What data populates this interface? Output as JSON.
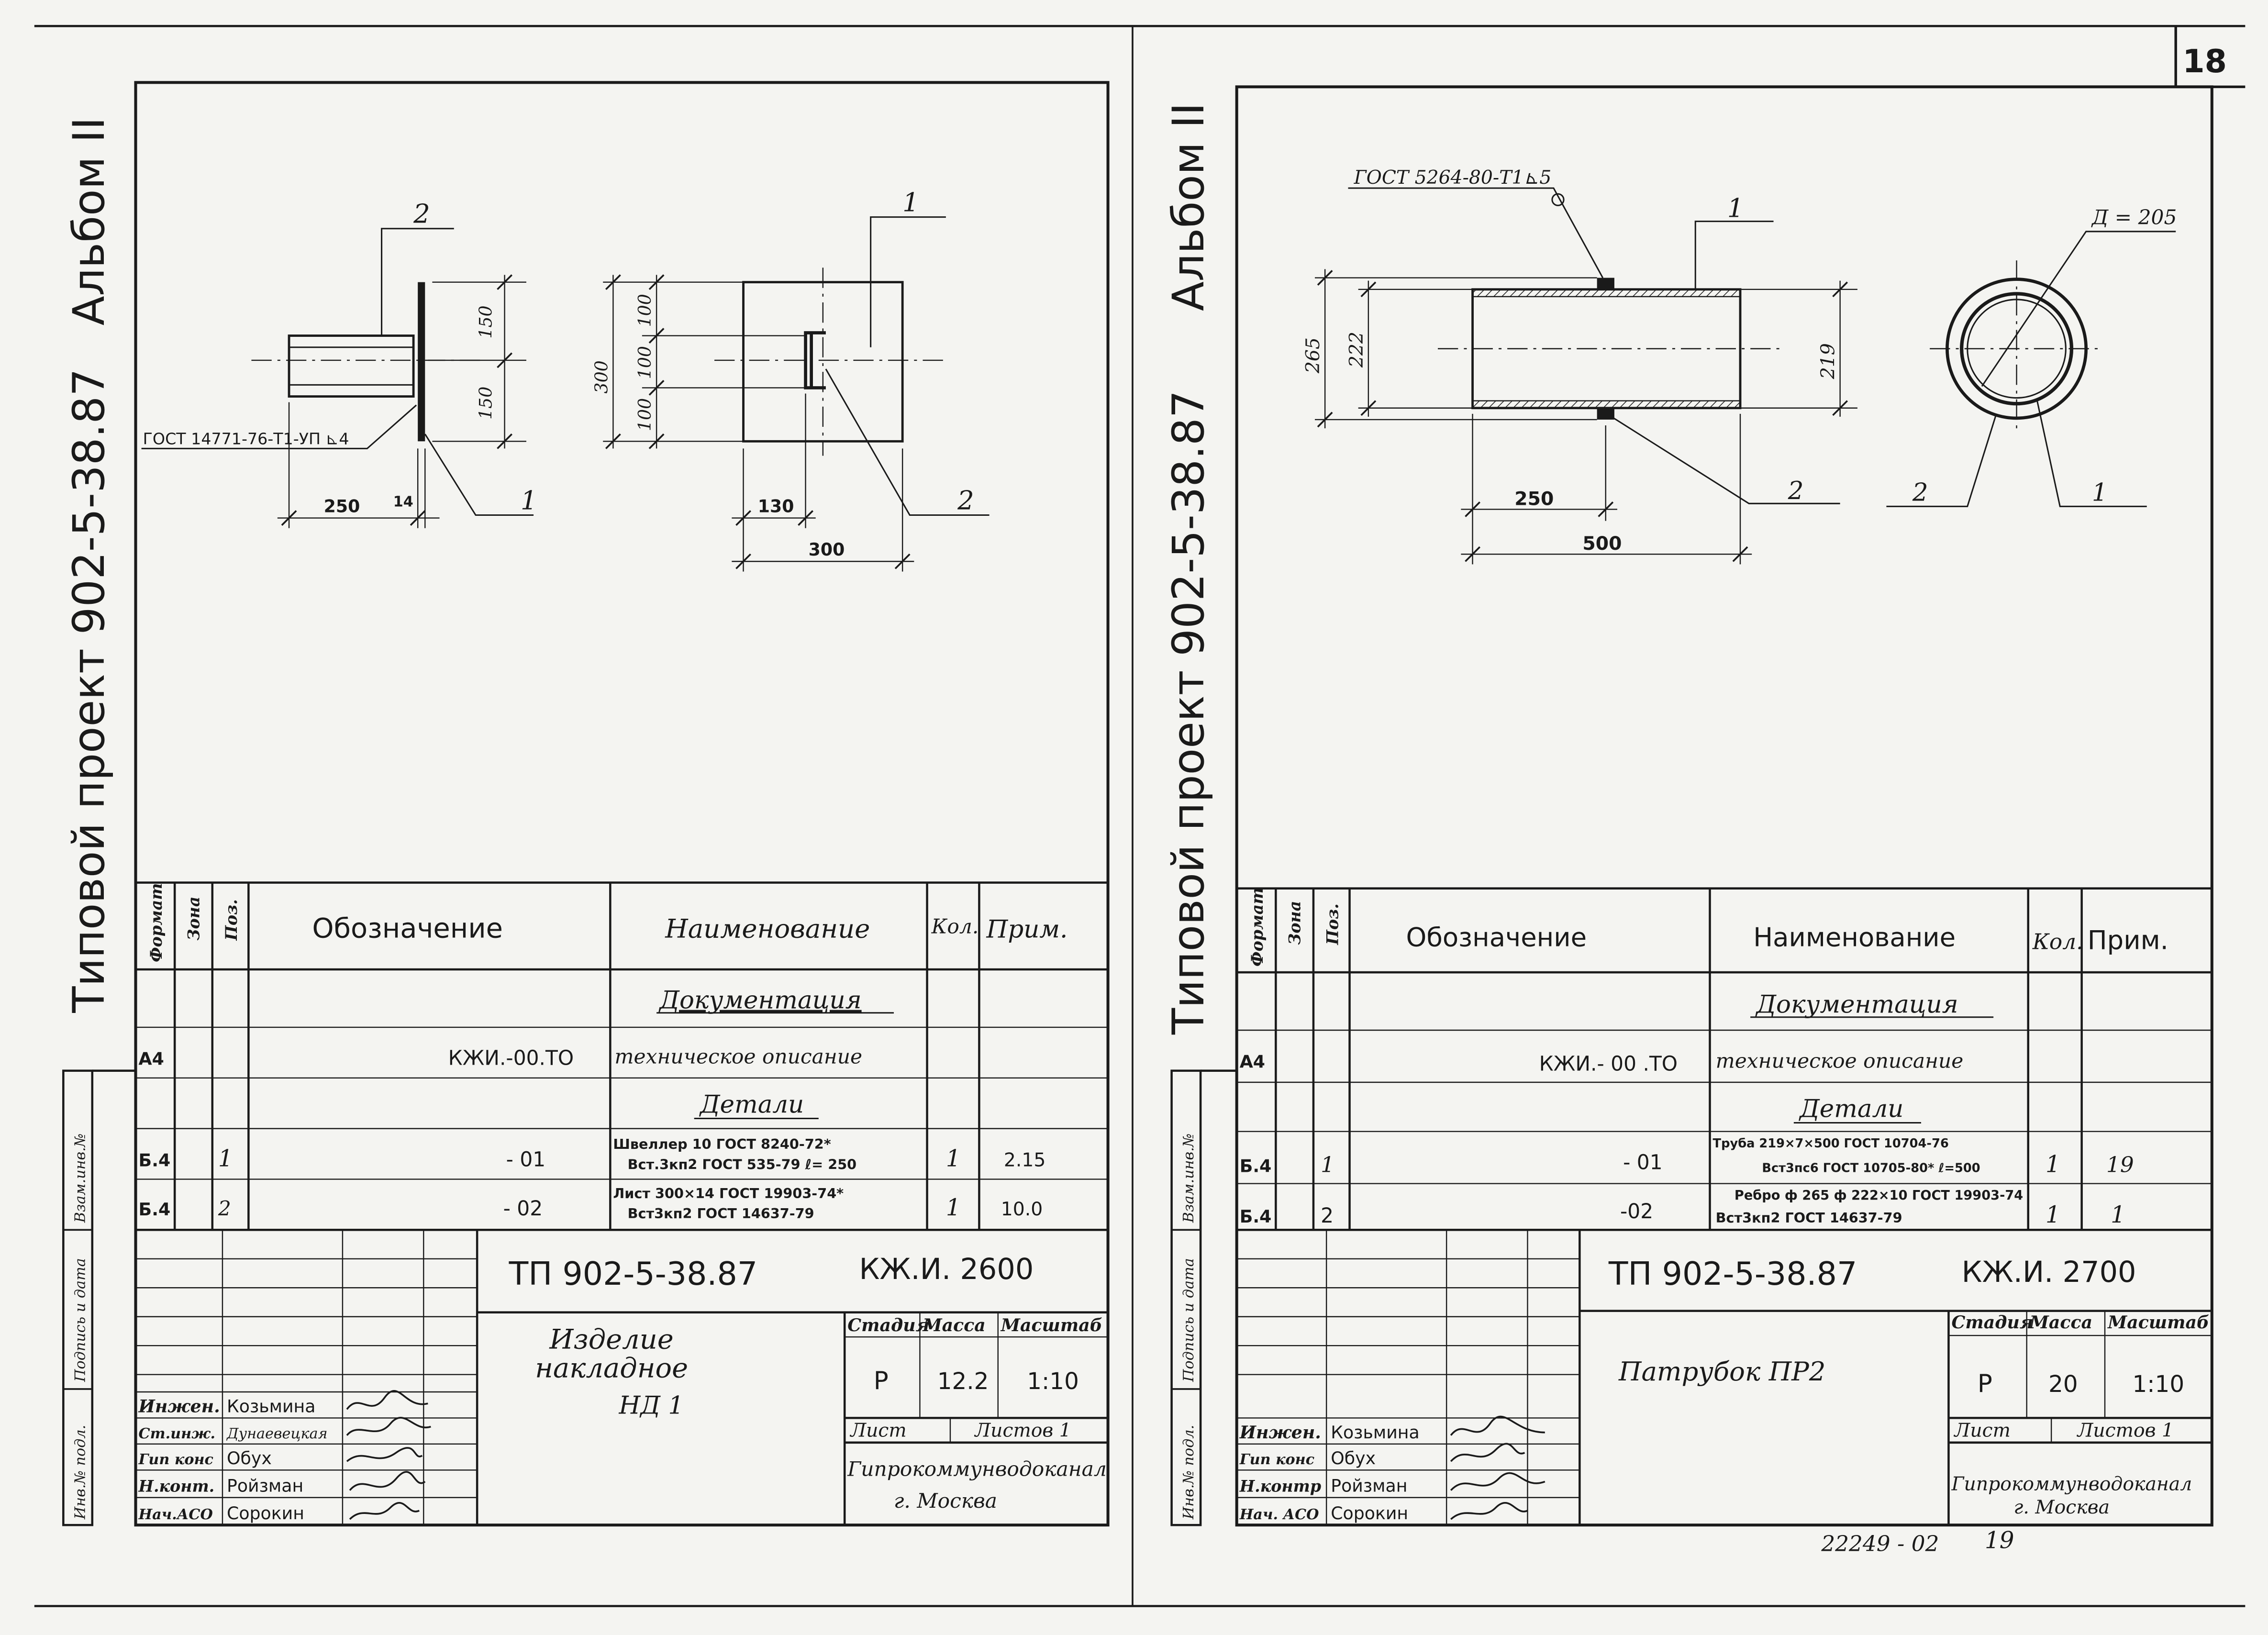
{
  "page_number": "18",
  "footer_code": "22249 - 02",
  "footer_page": "19",
  "sheets": [
    {
      "side_title_main": "Типовой проект 902-5-38.87",
      "side_title_album": "Альбом II",
      "stamp_labels": [
        "Инв.№ подл.",
        "Подпись и дата",
        "Взам.инв.№"
      ],
      "drawing": {
        "callouts": {
          "pos2_top": "2",
          "pos1_top": "1",
          "pos1_side": "1",
          "pos2_front": "2"
        },
        "weld_note": "ГОСТ 14771-76-Т1-УП ⊾4",
        "dims": {
          "side_150_top": "150",
          "side_150_bottom": "150",
          "side_250": "250",
          "side_14": "14",
          "front_300": "300",
          "front_100_a": "100",
          "front_100_b": "100",
          "front_100_c": "100",
          "front_130": "130",
          "front_300_bottom": "300"
        }
      },
      "spec": {
        "headers": {
          "format": "Формат",
          "zone": "Зона",
          "pos": "Поз.",
          "designation": "Обозначение",
          "name": "Наименование",
          "qty": "Кол.",
          "note": "Прим."
        },
        "section_docs": "Документация",
        "doc_row": {
          "format": "А4",
          "designation": "КЖИ.-00.ТО",
          "name": "техническое описание"
        },
        "section_details": "Детали",
        "rows": [
          {
            "format": "Б.4",
            "pos": "1",
            "designation": "- 01",
            "name_line1": "Швеллер 10 ГОСТ 8240-72*",
            "name_line2": "Вст.3кп2 ГОСТ 535-79  ℓ= 250",
            "qty": "1",
            "note": "2.15"
          },
          {
            "format": "Б.4",
            "pos": "2",
            "designation": "- 02",
            "name_line1": "Лист 300×14 ГОСТ 19903-74*",
            "name_line2": "Вст3кп2 ГОСТ 14637-79",
            "qty": "1",
            "note": "10.0"
          }
        ]
      },
      "title_block": {
        "project": "ТП 902-5-38.87",
        "code": "КЖ.И. 2600",
        "product_line1": "Изделие",
        "product_line2": "накладное",
        "product_line3": "НД 1",
        "stage_label": "Стадия",
        "mass_label": "Масса",
        "scale_label": "Масштаб",
        "stage": "Р",
        "mass": "12.2",
        "scale": "1:10",
        "sheet_label": "Лист",
        "sheets_label": "Листов 1",
        "org_line1": "Гипрокоммунводоканал",
        "org_line2": "г. Москва",
        "people": [
          {
            "role": "Инжен.",
            "name": "Козьмина"
          },
          {
            "role": "Ст.инж.",
            "name": "Дунаевецкая"
          },
          {
            "role": "Гип конс",
            "name": "Обух"
          },
          {
            "role": "Н.конт.",
            "name": "Ройзман"
          },
          {
            "role": "Нач.АСО",
            "name": "Сорокин"
          }
        ]
      }
    },
    {
      "side_title_main": "Типовой проект 902-5-38.87",
      "side_title_album": "Альбом II",
      "stamp_labels": [
        "Инв.№ подл.",
        "Подпись и дата",
        "Взам.инв.№"
      ],
      "drawing": {
        "weld_note": "ГОСТ 5264-80-Т1⊾5",
        "callouts": {
          "pos1_top": "1",
          "pos2_side": "2",
          "pos2_end": "2",
          "pos1_end": "1"
        },
        "diam": "Д = 205",
        "dims": {
          "d265": "265",
          "d222": "222",
          "d219": "219",
          "d250": "250",
          "d500": "500"
        }
      },
      "spec": {
        "headers": {
          "format": "Формат",
          "zone": "Зона",
          "pos": "Поз.",
          "designation": "Обозначение",
          "name": "Наименование",
          "qty": "Кол.",
          "note": "Прим."
        },
        "section_docs": "Документация",
        "doc_row": {
          "format": "А4",
          "designation": "КЖИ.- 00 .ТО",
          "name": "техническое описание"
        },
        "section_details": "Детали",
        "rows": [
          {
            "format": "Б.4",
            "pos": "1",
            "designation": "- 01",
            "name_line1": "Труба 219×7×500 ГОСТ 10704-76",
            "name_line2": "Вст3пс6 ГОСТ 10705-80* ℓ=500",
            "qty": "1",
            "note": "19"
          },
          {
            "format": "Б.4",
            "pos": "2",
            "designation": "-02",
            "name_line1": "Ребро ф 265 ф 222×10 ГОСТ 19903-74",
            "name_line2": "Вст3кп2 ГОСТ 14637-79",
            "qty": "1",
            "note": "1"
          }
        ]
      },
      "title_block": {
        "project": "ТП 902-5-38.87",
        "code": "КЖ.И. 2700",
        "product_line1": "Патрубок ПР2",
        "stage_label": "Стадия",
        "mass_label": "Масса",
        "scale_label": "Масштаб",
        "stage": "Р",
        "mass": "20",
        "scale": "1:10",
        "sheet_label": "Лист",
        "sheets_label": "Листов 1",
        "org_line1": "Гипрокоммунводоканал",
        "org_line2": "г. Москва",
        "people": [
          {
            "role": "Инжен.",
            "name": "Козьмина"
          },
          {
            "role": "Гип конс",
            "name": "Обух"
          },
          {
            "role": "Н.контр",
            "name": "Ройзман"
          },
          {
            "role": "Нач. АСО",
            "name": "Сорокин"
          }
        ]
      }
    }
  ]
}
